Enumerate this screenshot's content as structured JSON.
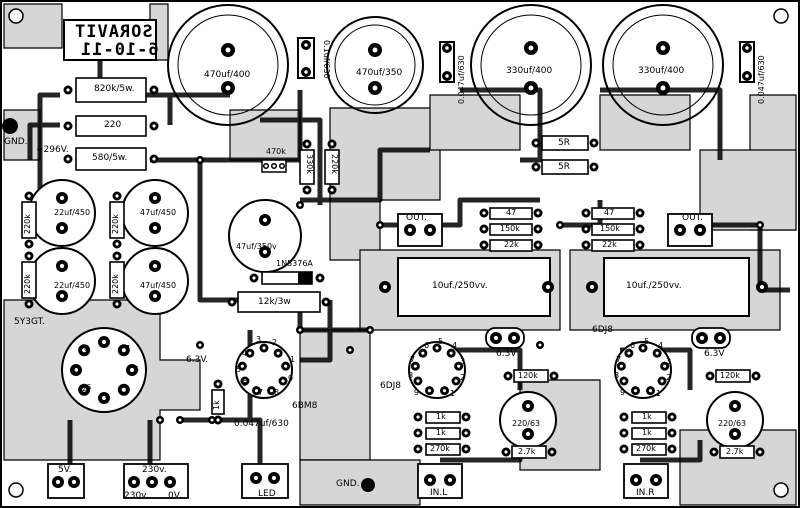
{
  "title": {
    "line1": "SORAVIT",
    "line2": "6-10-11"
  },
  "gnd_left": "GND.",
  "gnd_bottom": "GND.",
  "voltage": "+296V.",
  "resistors": {
    "r820k": "820k/5w.",
    "r220": "220",
    "r580": "580/5w.",
    "r220k_a": "220k",
    "r220k_b": "220k",
    "r220k_c": "220k",
    "r220k_d": "220k",
    "r470k": "470k",
    "r330k": "330k",
    "r220k_v": "220k",
    "r12k": "12k/3w",
    "r5r_a": "5R",
    "r5r_b": "5R",
    "r47_l": "47",
    "r150k_l": "150k",
    "r22k_l": "22k",
    "r47_r": "47",
    "r150k_r": "150k",
    "r22k_r": "22k",
    "r120k_l": "120k",
    "r120k_r": "120k",
    "r1k_l1": "1k",
    "r1k_l2": "1k",
    "r270k_l": "270k",
    "r1k_r1": "1k",
    "r1k_r2": "1k",
    "r270k_r": "270k",
    "r2_7k_l": "2.7k",
    "r2_7k_r": "2.7k",
    "r1k_v": "1k"
  },
  "capacitors": {
    "c470_400": "470uf/400",
    "c470_350": "470uf/350",
    "c330_400_a": "330uf/400",
    "c330_400_b": "330uf/400",
    "c01_630": "0.1uf/630",
    "c047_630_a": "0.047uf/630",
    "c047_630_b": "0.047uf/630",
    "c047_630_c": "0.047uf/630",
    "c22_450_a": "22uf/450",
    "c47_450_a": "47uf/450",
    "c22_450_b": "22uf/450",
    "c47_450_b": "47uf/450",
    "c47_350": "47uf/350v",
    "c10_250_l": "10uf./250vv.",
    "c10_250_r": "10uf./250vv.",
    "c220_63_l": "220/63",
    "c220_63_r": "220/63"
  },
  "diode": "1N5376A",
  "tubes": {
    "rect": "5Y3GT.",
    "driver": "6BM8",
    "left": "6DJ8",
    "right": "6DJ8"
  },
  "pins8": [
    "8",
    "7",
    "6",
    "5",
    "4",
    "3",
    "2",
    "1"
  ],
  "pins9": [
    "1",
    "2",
    "3",
    "4",
    "5",
    "6",
    "7",
    "8",
    "9"
  ],
  "heater": [
    "6.3V.",
    "6.3V",
    "6.3V"
  ],
  "connectors": {
    "out_l": "OUT.",
    "out_r": "OUT.",
    "in_l": "IN.L",
    "in_r": "IN.R",
    "v5": "5V.",
    "v230_top": "230v.",
    "v230": "230v.",
    "v0": "0V.",
    "led": "LED"
  }
}
